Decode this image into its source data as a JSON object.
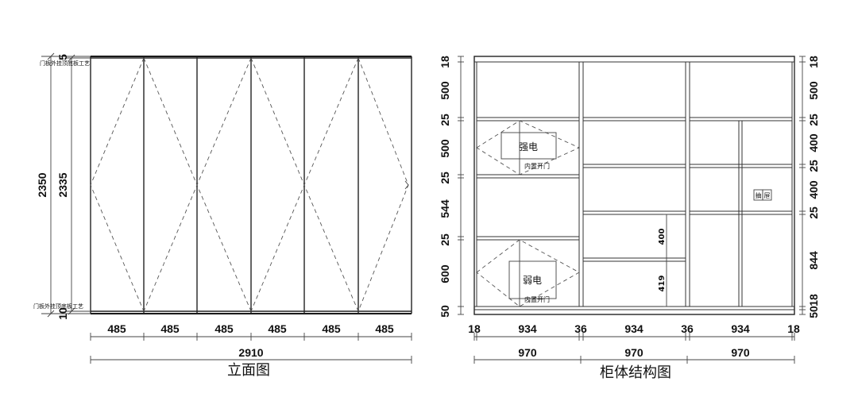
{
  "elevation": {
    "title": "立面图",
    "overall_height": "2350",
    "door_height": "2335",
    "top_gap": "5",
    "bottom_gap": "10",
    "top_note": "门板外挂顶底板工艺",
    "bottom_note": "门板外挂顶底板工艺",
    "door_widths": [
      "485",
      "485",
      "485",
      "485",
      "485",
      "485"
    ],
    "overall_width": "2910"
  },
  "structure": {
    "title": "柜体结构图",
    "left_dims": [
      "18",
      "500",
      "25",
      "500",
      "25",
      "544",
      "25",
      "600",
      "50"
    ],
    "right_dims": [
      "18",
      "500",
      "25",
      "400",
      "25",
      "400",
      "25",
      "844",
      "18",
      "50"
    ],
    "bottom_dims": [
      "18",
      "934",
      "36",
      "934",
      "36",
      "934",
      "18"
    ],
    "bay_widths": [
      "970",
      "970",
      "970"
    ],
    "inner_dims": [
      "400",
      "419"
    ],
    "strong_power_label": "强电",
    "weak_power_label": "弱电",
    "inner_door_note_1": "内置开门",
    "inner_door_note_2": "内置开门",
    "drawer_label_1": "抽",
    "drawer_label_2": "屉"
  }
}
